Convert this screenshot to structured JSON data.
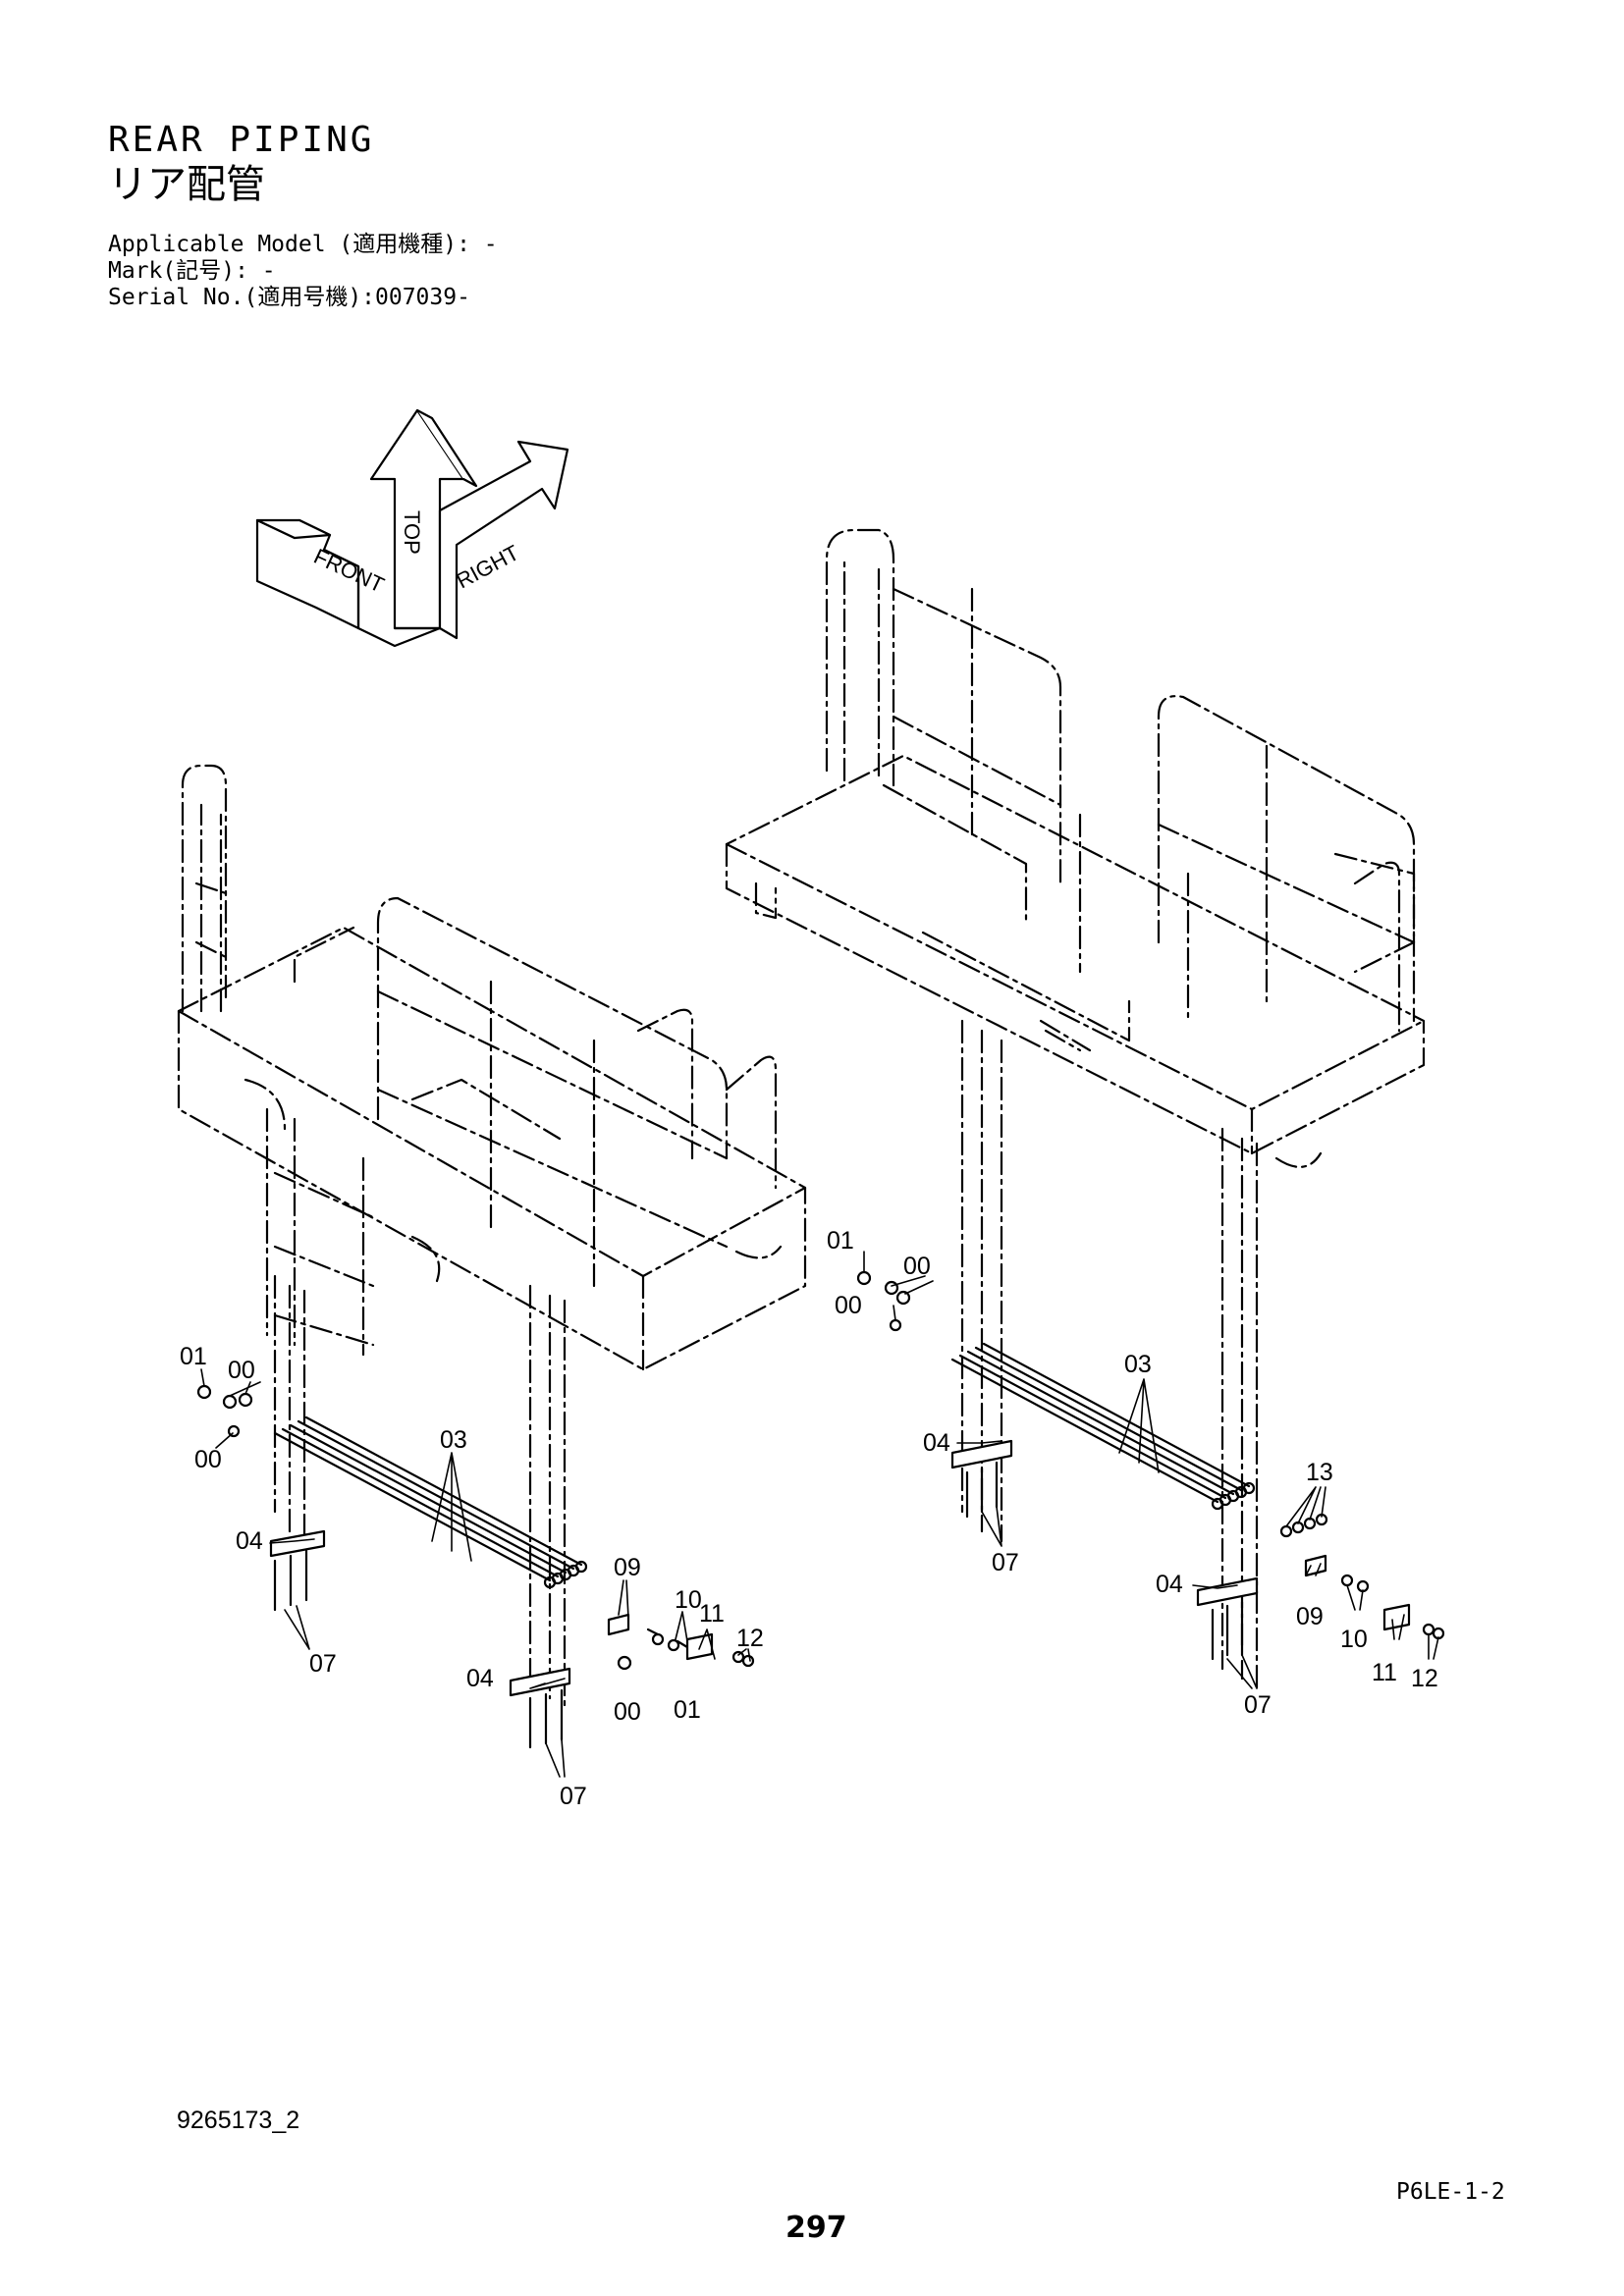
{
  "header": {
    "title_en": "REAR PIPING",
    "title_jp": "リア配管",
    "applicable_model": "Applicable Model (適用機種): -",
    "mark": "Mark(記号): -",
    "serial_no": "Serial No.(適用号機):007039-"
  },
  "orientation": {
    "front": "FRONT",
    "top": "TOP",
    "right": "RIGHT"
  },
  "callouts_left": {
    "c01a": "01",
    "c00a": "00",
    "c00b": "00",
    "c03": "03",
    "c04a": "04",
    "c07a": "07",
    "c09": "09",
    "c10": "10",
    "c11": "11",
    "c12": "12",
    "c04b": "04",
    "c00c": "00",
    "c01b": "01",
    "c07b": "07"
  },
  "callouts_right": {
    "c01": "01",
    "c00a": "00",
    "c00b": "00",
    "c03": "03",
    "c04a": "04",
    "c07a": "07",
    "c13": "13",
    "c04b": "04",
    "c09": "09",
    "c10": "10",
    "c11": "11",
    "c12": "12",
    "c07b": "07"
  },
  "footer": {
    "doc_id": "9265173_2",
    "sheet_code": "P6LE-1-2",
    "page_number": "297"
  }
}
